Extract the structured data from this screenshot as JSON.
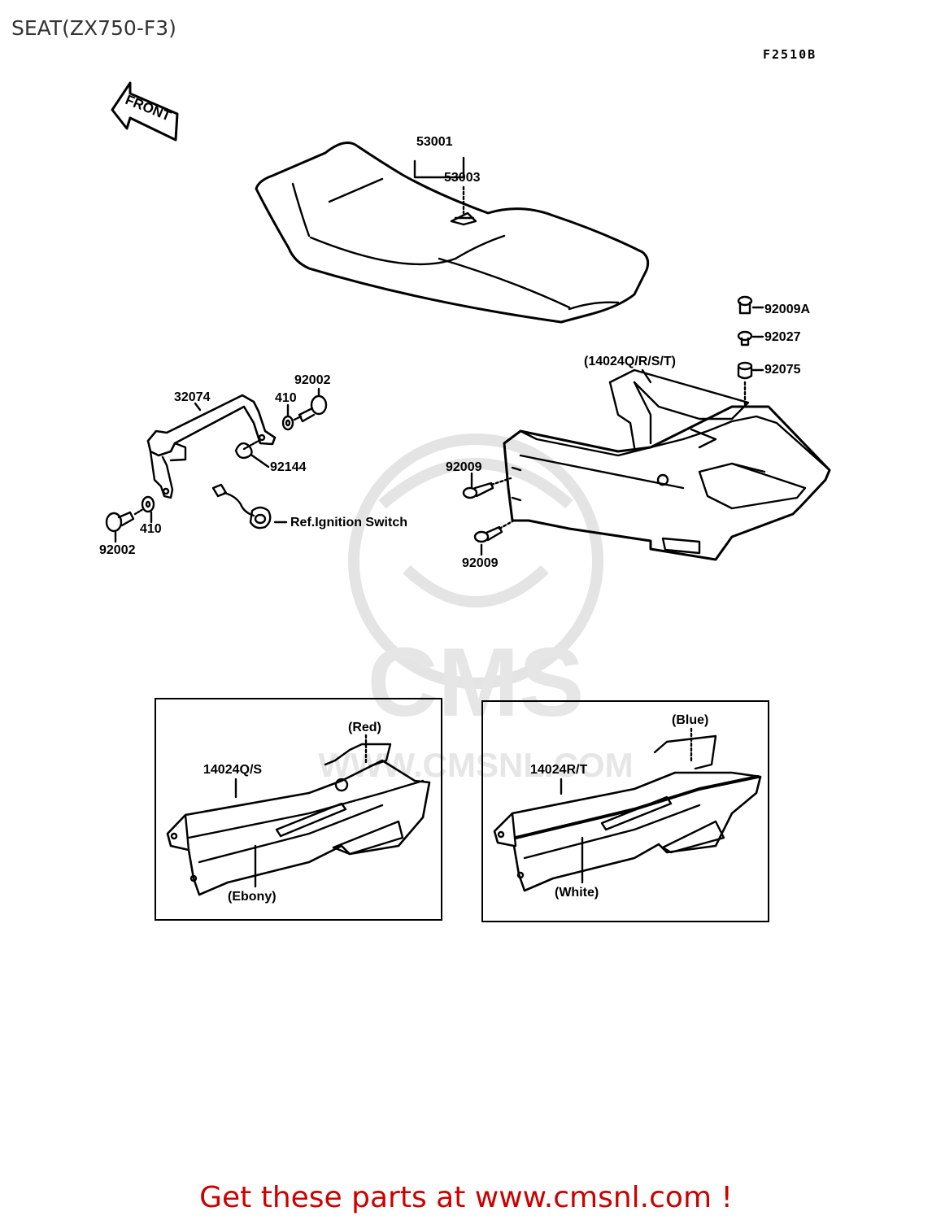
{
  "title": "SEAT(ZX750-F3)",
  "figure_code": "F2510B",
  "front_arrow": "FRONT",
  "labels": {
    "p53001": "53001",
    "p53003": "53003",
    "p92009A": "92009A",
    "p92027": "92027",
    "p92075": "92075",
    "p14024all": "(14024Q/R/S/T)",
    "p32074": "32074",
    "p92002_top": "92002",
    "p410_top": "410",
    "p92144": "92144",
    "p410_bottom": "410",
    "p92002_bottom": "92002",
    "ignition": "Ref.Ignition Switch",
    "p92009_top": "92009",
    "p92009_bottom": "92009"
  },
  "inset_left": {
    "part": "14024Q/S",
    "color_top": "(Red)",
    "color_bottom": "(Ebony)"
  },
  "inset_right": {
    "part": "14024R/T",
    "color_top": "(Blue)",
    "color_bottom": "(White)"
  },
  "watermark": "CMS",
  "watermark_url": "WWW.CMSNL.COM",
  "footer": "Get these parts at www.cmsnl.com !"
}
